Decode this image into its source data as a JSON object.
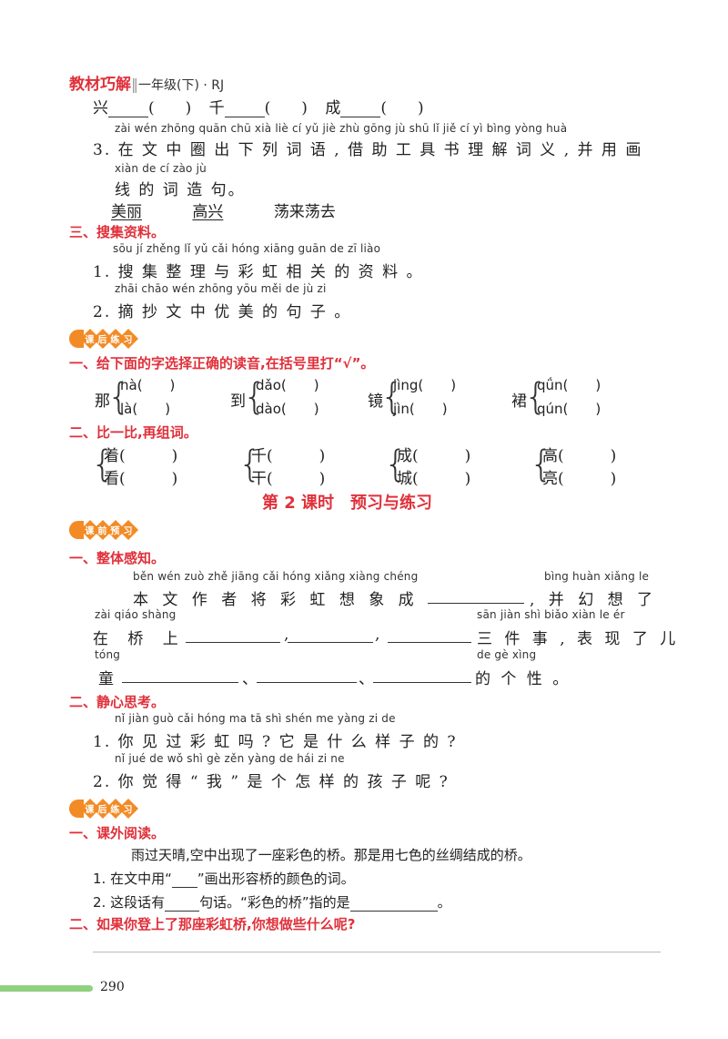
{
  "header": {
    "brand": "教材巧解",
    "grade": "一年级(下)",
    "edition": "RJ"
  },
  "top_line": {
    "items": [
      {
        "char": "兴"
      },
      {
        "char": "千"
      },
      {
        "char": "成"
      }
    ],
    "paren": "(　　)"
  },
  "py1": "zài wén zhōng quān chū xià liè  cí  yǔ   jiè zhù gōng  jù  shū  lǐ  jiě  cí  yì   bìng yòng huà",
  "q3": "3. 在 文  中  圈 出 下 列 词 语 , 借 助 工 具 书 理 解 词 义 , 并  用  画",
  "py2": "xiàn de  cí  zào  jù",
  "q3b": "线 的 词 造 句。",
  "words": [
    "美丽",
    "高兴",
    "荡来荡去"
  ],
  "sec3": "三、搜集资料。",
  "py3": "sōu  jí  zhěng  lǐ  yǔ  cǎi hóng xiāng guān de  zī  liào",
  "s3_1": "1. 搜 集  整  理 与 彩 虹  相  关  的 资 料 。",
  "py4": "zhāi chāo wén zhōng yōu měi de  jù  zi",
  "s3_2": "2. 摘 抄  文  中  优 美 的 句 子 。",
  "badge_after": [
    "课",
    "后",
    "练",
    "习"
  ],
  "ex1_title": "一、给下面的字选择正确的读音,在括号里打“√”。",
  "ex1": [
    {
      "char": "那",
      "a": "nà(　　)",
      "b": "là(　　)"
    },
    {
      "char": "到",
      "a": "dǎo(　　)",
      "b": "dào(　　)"
    },
    {
      "char": "镜",
      "a": "jìng(　　)",
      "b": "jìn(　　)"
    },
    {
      "char": "裙",
      "a": "qǘn(　　)",
      "b": "qún(　　)"
    }
  ],
  "ex2_title": "二、比一比,再组词。",
  "ex2": [
    {
      "a": "着(　　　)",
      "b": "看(　　　)"
    },
    {
      "a": "千(　　　)",
      "b": "干(　　　)"
    },
    {
      "a": "成(　　　)",
      "b": "城(　　　)"
    },
    {
      "a": "高(　　　)",
      "b": "亮(　　　)"
    }
  ],
  "lesson_title": "第 2 课时　预习与练习",
  "badge_before": [
    "课",
    "前",
    "预",
    "习"
  ],
  "p1_title": "一、整体感知。",
  "p1_py1": "běn wén zuò zhě jiāng cǎi hóng xiǎng xiàng chéng",
  "p1_py1b": "bìng huàn xiǎng  le",
  "p1_l1": "本 文 作 者 将 彩 虹  想  象  成",
  "p1_l1b": ", 并  幻  想  了",
  "p1_py2": "zài qiáo shàng",
  "p1_py2b": "sān jiàn shì   biǎo xiàn  le  ér",
  "p1_l2a": "在 桥  上",
  "p1_l2b": "三  件  事 , 表  现  了  儿",
  "p1_py3": "tóng",
  "p1_py3b": "de gè xìng",
  "p1_l3a": "童",
  "p1_l3b": "的 个 性 。",
  "p2_title": "二、静心思考。",
  "p2_py1": "nǐ jiàn guò cǎi hóng ma    tā  shì shén me yàng zi  de",
  "p2_l1": "1. 你 见 过 彩 虹  吗 ? 它 是 什 么 样 子 的 ?",
  "p2_py2": "nǐ jué de    wǒ    shì gè zěn yàng de hái zi  ne",
  "p2_l2": "2. 你 觉 得 “ 我 ” 是 个 怎  样  的 孩 子 呢 ?",
  "r_title": "一、课外阅读。",
  "r_text": "雨过天晴,空中出现了一座彩色的桥。那是用七色的丝绸结成的桥。",
  "r_q1a": "1. 在文中用“",
  "r_q1b": "”画出形容桥的颜色的词。",
  "r_q2a": "2. 这段话有",
  "r_q2b": "句话。“彩色的桥”指的是",
  "r_q2c": "。",
  "last_title": "二、如果你登上了那座彩虹桥,你想做些什么呢?",
  "page_number": "290"
}
